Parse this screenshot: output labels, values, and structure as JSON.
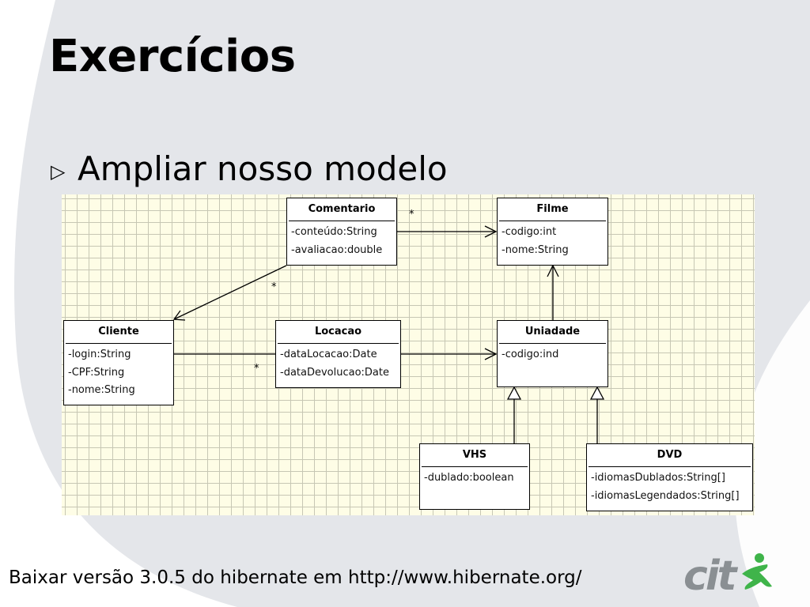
{
  "slide": {
    "title": "Exercícios",
    "bullet": "Ampliar nosso modelo",
    "bullet_icon": "triangle-bullet-icon",
    "footer": "Baixar versão 3.0.5 do hibernate em http://www.hibernate.org/"
  },
  "logo": {
    "text": "cit"
  },
  "colors": {
    "background_swoosh": "#e4e6ea",
    "diagram_background": "#fefde6",
    "grid": "#c7c7b4",
    "logo_gray": "#8a8f93",
    "logo_green": "#3fb44a"
  },
  "diagram": {
    "classes": [
      {
        "id": "comentario",
        "name": "Comentario",
        "attributes": [
          "-conteúdo:String",
          "-avaliacao:double"
        ]
      },
      {
        "id": "filme",
        "name": "Filme",
        "attributes": [
          "-codigo:int",
          "-nome:String"
        ]
      },
      {
        "id": "cliente",
        "name": "Cliente",
        "attributes": [
          "-login:String",
          "-CPF:String",
          "-nome:String"
        ]
      },
      {
        "id": "locacao",
        "name": "Locacao",
        "attributes": [
          "-dataLocacao:Date",
          "-dataDevolucao:Date"
        ]
      },
      {
        "id": "uniadade",
        "name": "Uniadade",
        "attributes": [
          "-codigo:ind"
        ]
      },
      {
        "id": "vhs",
        "name": "VHS",
        "attributes": [
          "-dublado:boolean"
        ]
      },
      {
        "id": "dvd",
        "name": "DVD",
        "attributes": [
          "-idiomasDublados:String[]",
          "-idiomasLegendados:String[]"
        ]
      }
    ],
    "relations": [
      {
        "from": "comentario",
        "to": "filme",
        "type": "association",
        "multiplicity": "*"
      },
      {
        "from": "comentario",
        "to": "cliente",
        "type": "association",
        "multiplicity": "*"
      },
      {
        "from": "cliente",
        "to": "uniadade",
        "type": "association",
        "multiplicity": "*"
      },
      {
        "from": "uniadade",
        "to": "filme",
        "type": "association"
      },
      {
        "from": "vhs",
        "to": "uniadade",
        "type": "generalization"
      },
      {
        "from": "dvd",
        "to": "uniadade",
        "type": "generalization"
      }
    ]
  }
}
